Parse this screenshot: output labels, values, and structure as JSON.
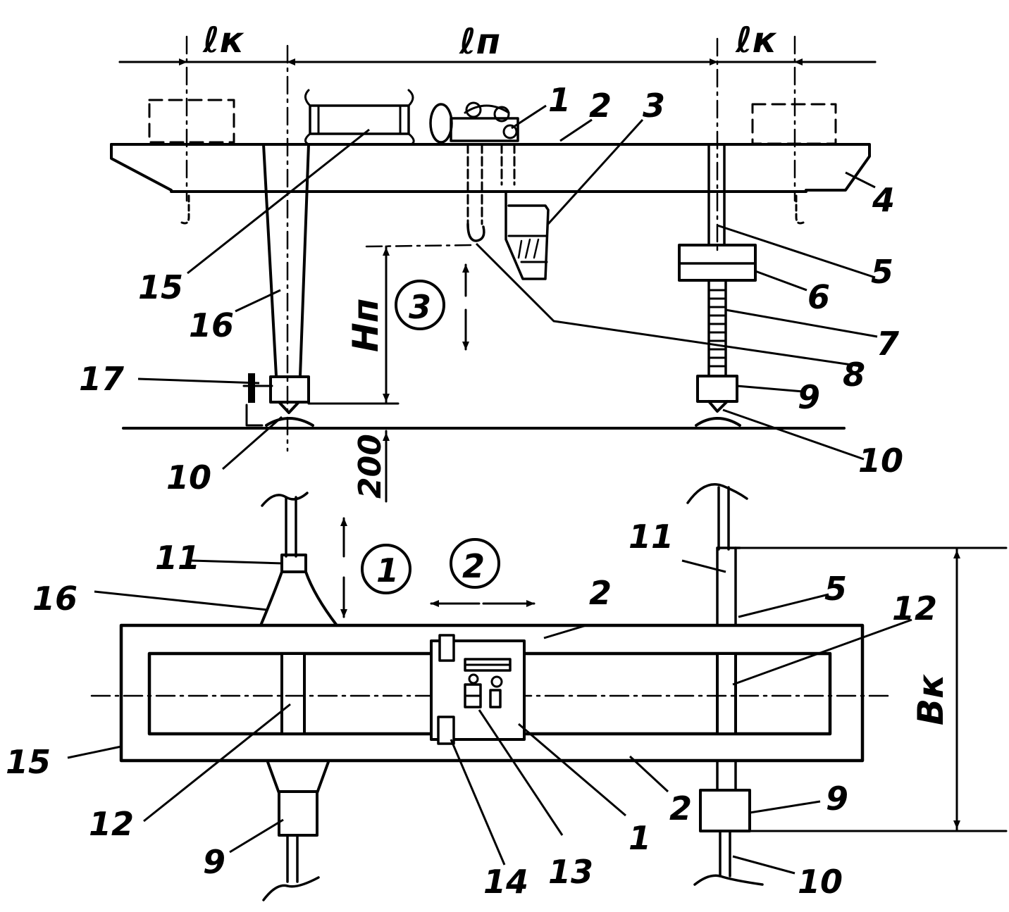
{
  "dimensions": {
    "lk_left": "ℓк",
    "ln": "ℓп",
    "lk_right": "ℓк",
    "hn": "Hп",
    "h200": "200",
    "bk": "Bк"
  },
  "motion_circles": {
    "m1": "1",
    "m2": "2",
    "m3": "3"
  },
  "elevation_labels": {
    "l1": "1",
    "l2": "2",
    "l3": "3",
    "l4": "4",
    "l5": "5",
    "l6": "6",
    "l7": "7",
    "l8": "8",
    "l9": "9",
    "l10_right": "10",
    "l10_left": "10",
    "l15": "15",
    "l16": "16",
    "l17": "17"
  },
  "plan_labels": {
    "l11_left": "11",
    "l11_right": "11",
    "l16": "16",
    "l2_top": "2",
    "l5": "5",
    "l12_right": "12",
    "l15": "15",
    "l12_left": "12",
    "l9_left": "9",
    "l14": "14",
    "l13": "13",
    "l1": "1",
    "l2_bottom": "2",
    "l9_right": "9",
    "l10": "10"
  }
}
